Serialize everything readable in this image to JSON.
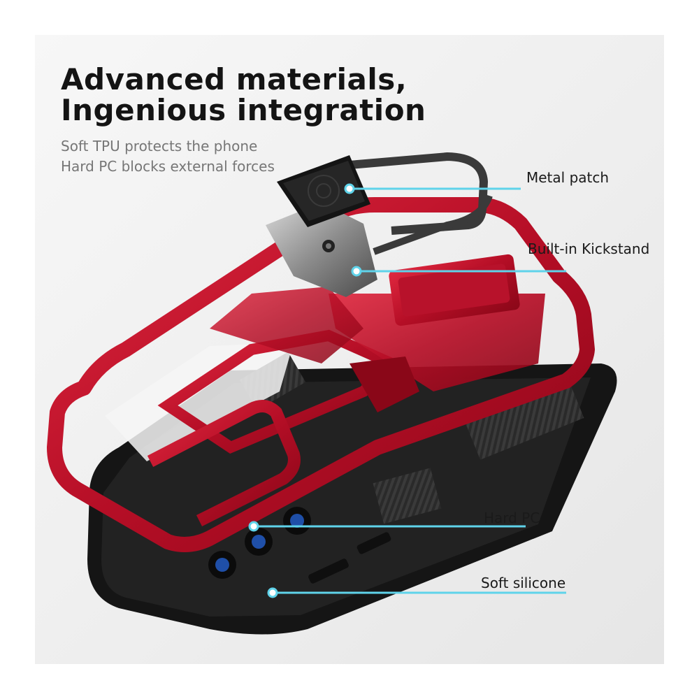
{
  "headline": {
    "line1": "Advanced materials,",
    "line2": "Ingenious integration"
  },
  "subtitle": {
    "line1": "Soft TPU protects the phone",
    "line2": "Hard PC blocks external forces"
  },
  "callouts": [
    {
      "label": "Metal patch"
    },
    {
      "label": "Built-in Kickstand"
    },
    {
      "label": "Hard PC"
    },
    {
      "label": "Soft silicone"
    }
  ],
  "colors": {
    "accent_line": "#5fd3ea",
    "case_red": "#c8102e",
    "silicone_black": "#1b1b1b"
  }
}
